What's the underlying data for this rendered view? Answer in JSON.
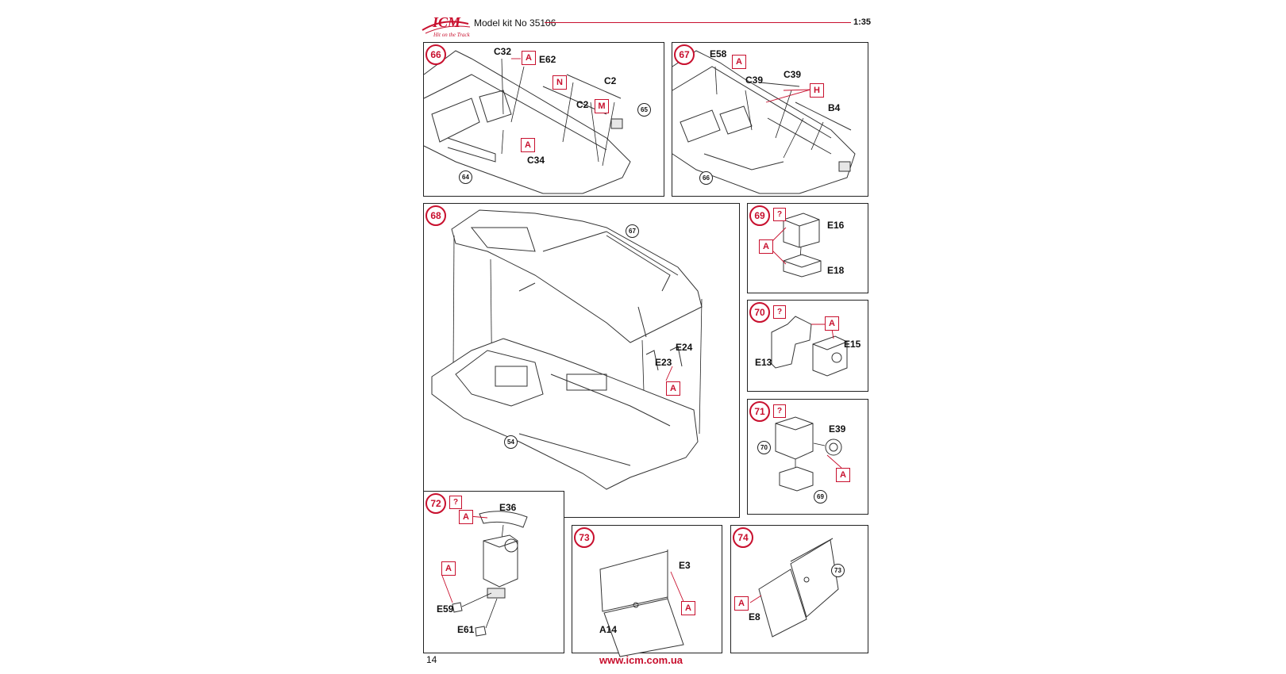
{
  "header": {
    "logo": "ICM",
    "tagline": "Hit on the Track",
    "kit_number": "Model kit No 35106",
    "scale": "1:35"
  },
  "footer": {
    "page_number": "14",
    "website": "www.icm.com.ua"
  },
  "steps": {
    "s66": {
      "number": "66",
      "parts": [
        "C32",
        "E62",
        "C2",
        "C2",
        "C34"
      ],
      "paint": [
        "A",
        "N",
        "M",
        "A"
      ],
      "ref": "65",
      "ref2": "64"
    },
    "s67": {
      "number": "67",
      "parts": [
        "E58",
        "C39",
        "C39",
        "B4"
      ],
      "paint": [
        "A",
        "H"
      ],
      "ref": "66"
    },
    "s68": {
      "number": "68",
      "parts": [
        "E24",
        "E23"
      ],
      "paint": [
        "A"
      ],
      "ref_top": "67",
      "ref_bottom": "54"
    },
    "s69": {
      "number": "69",
      "question": "?",
      "parts": [
        "E16",
        "E18"
      ],
      "paint": [
        "A"
      ]
    },
    "s70": {
      "number": "70",
      "question": "?",
      "parts": [
        "E15",
        "E13"
      ],
      "paint": [
        "A"
      ]
    },
    "s71": {
      "number": "71",
      "question": "?",
      "parts": [
        "E39"
      ],
      "paint": [
        "A"
      ],
      "ref_a": "70",
      "ref_b": "69"
    },
    "s72": {
      "number": "72",
      "question": "?",
      "parts": [
        "E36",
        "E59",
        "E61"
      ],
      "paint": [
        "A",
        "A"
      ]
    },
    "s73": {
      "number": "73",
      "parts": [
        "E3",
        "A14"
      ],
      "paint": [
        "A"
      ]
    },
    "s74": {
      "number": "74",
      "parts": [
        "E8"
      ],
      "paint": [
        "A"
      ],
      "ref": "73"
    }
  },
  "colors": {
    "accent": "#c8102e",
    "line": "#222222"
  }
}
